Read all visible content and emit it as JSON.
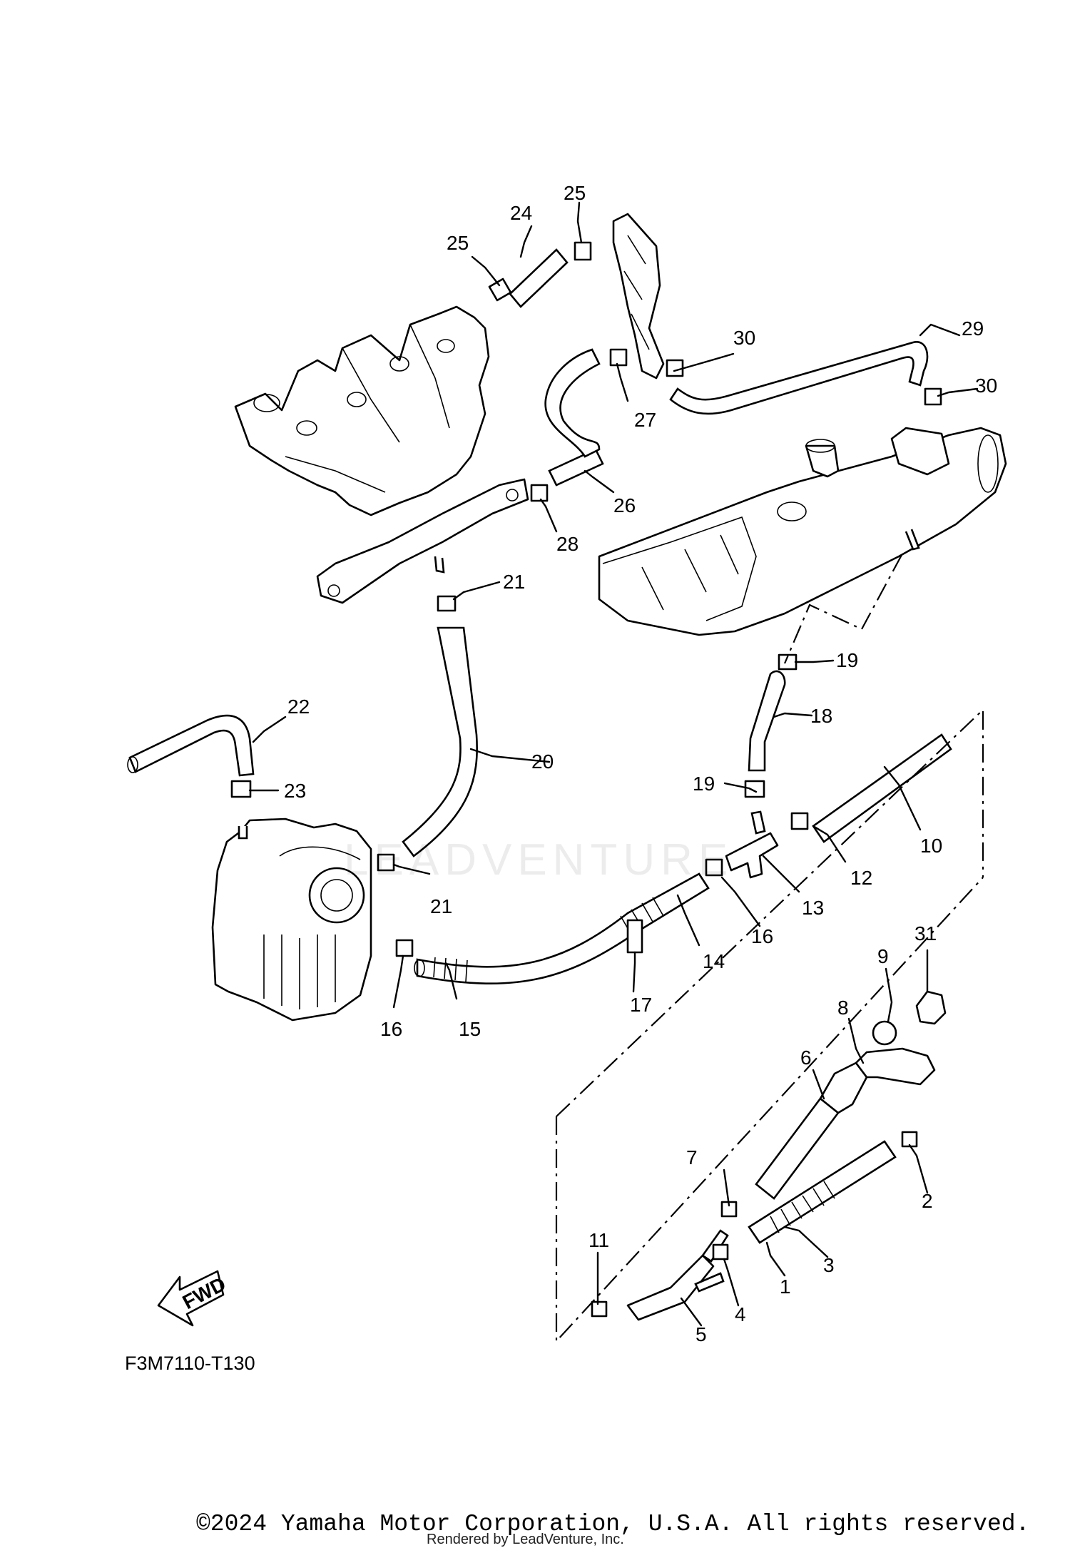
{
  "diagram": {
    "drawing_code": "F3M7110-T130",
    "fwd_label": "FWD",
    "watermark": "LEADVENTURE",
    "callouts": [
      "1",
      "2",
      "3",
      "4",
      "5",
      "6",
      "7",
      "8",
      "9",
      "10",
      "11",
      "12",
      "13",
      "14",
      "15",
      "16",
      "16",
      "16",
      "17",
      "18",
      "19",
      "19",
      "20",
      "21",
      "21",
      "22",
      "23",
      "24",
      "25",
      "25",
      "26",
      "27",
      "28",
      "29",
      "30",
      "30",
      "31"
    ]
  },
  "footer": {
    "copyright": "©2024 Yamaha Motor Corporation, U.S.A. All rights reserved.",
    "rendered_by": "Rendered by LeadVenture, Inc."
  }
}
